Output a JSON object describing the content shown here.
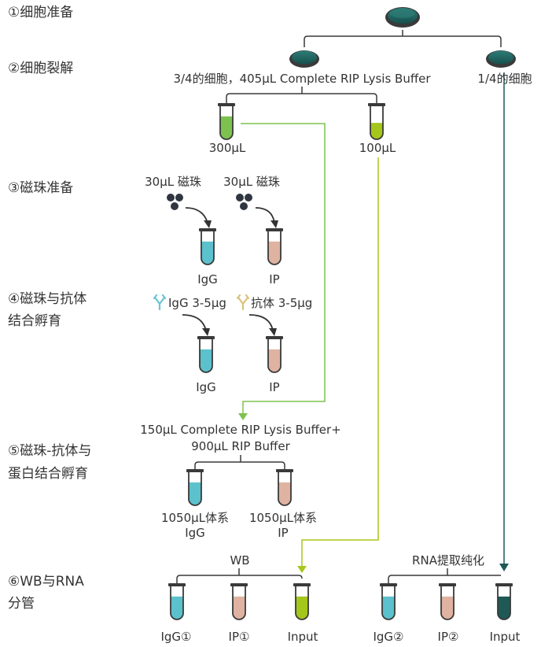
{
  "steps": {
    "s1": "①细胞准备",
    "s2": "②细胞裂解",
    "s3": "③磁珠准备",
    "s4a": "④磁珠与抗体",
    "s4b": "结合孵育",
    "s5a": "⑤磁珠-抗体与",
    "s5b": "蛋白结合孵育",
    "s6a": "⑥WB与RNA",
    "s6b": "分管"
  },
  "lysis": {
    "main": "3/4的细胞，405μL Complete RIP Lysis Buffer",
    "side": "1/4的细胞",
    "vol_a": "300μL",
    "vol_b": "100μL"
  },
  "beads": {
    "left": "30μL 磁珠",
    "right": "30μL 磁珠",
    "tube_left": "IgG",
    "tube_right": "IP"
  },
  "antibody": {
    "left": "IgG 3-5μg",
    "right": "抗体 3-5μg",
    "tube_left": "IgG",
    "tube_right": "IP"
  },
  "incubation": {
    "line1": "150μL Complete RIP Lysis Buffer+",
    "line2": "900μL RIP Buffer",
    "left_a": "1050μL体系",
    "left_b": "IgG",
    "right_a": "1050μL体系",
    "right_b": "IP"
  },
  "split": {
    "wb": "WB",
    "rna": "RNA提取纯化",
    "wb_tubes": [
      "IgG①",
      "IP①",
      "Input"
    ],
    "rna_tubes": [
      "IgG②",
      "IP②",
      "Input"
    ]
  },
  "colors": {
    "dish": "#1f5b58",
    "green_light": "#7dc24f",
    "lime": "#a5c61a",
    "teal_dark": "#1e5956",
    "cyan": "#5bc1cc",
    "salmon": "#dfb2a1",
    "ab_blue": "#6cc4d2",
    "ab_gold": "#d9c27a"
  }
}
